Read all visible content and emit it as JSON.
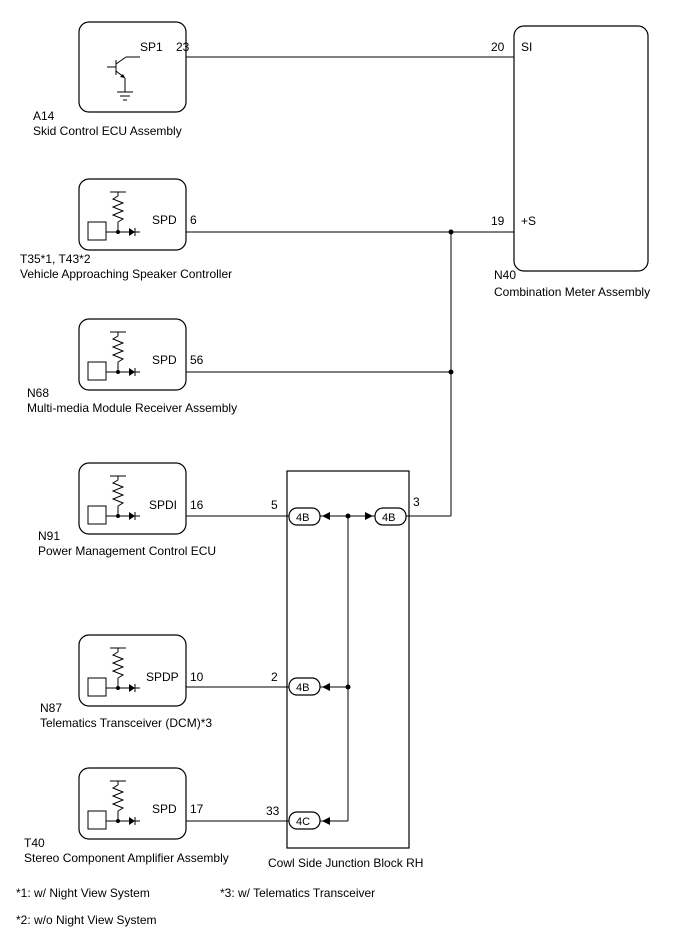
{
  "components": {
    "skid_ecu": {
      "code": "A14",
      "name": "Skid Control ECU Assembly",
      "signal": "SP1",
      "pin": "23"
    },
    "speaker_ctrl": {
      "code": "T35*1, T43*2",
      "name": "Vehicle Approaching Speaker Controller",
      "signal": "SPD",
      "pin": "6"
    },
    "mm_receiver": {
      "code": "N68",
      "name": "Multi-media Module Receiver Assembly",
      "signal": "SPD",
      "pin": "56"
    },
    "power_mgmt": {
      "code": "N91",
      "name": "Power Management Control ECU",
      "signal": "SPDI",
      "pin": "16"
    },
    "telematics": {
      "code": "N87",
      "name": "Telematics Transceiver (DCM)*3",
      "signal": "SPDP",
      "pin": "10"
    },
    "stereo_amp": {
      "code": "T40",
      "name": "Stereo Component Amplifier Assembly",
      "signal": "SPD",
      "pin": "17"
    }
  },
  "meter": {
    "code": "N40",
    "name": "Combination Meter Assembly",
    "si_pin": "20",
    "si_label": "SI",
    "s_pin": "19",
    "s_label": "+S"
  },
  "junction_block": {
    "name": "Cowl Side Junction Block RH",
    "connectors": [
      {
        "label": "4B",
        "pin": "5"
      },
      {
        "label": "4B",
        "pin": "3"
      },
      {
        "label": "4B",
        "pin": "2"
      },
      {
        "label": "4C",
        "pin": "33"
      }
    ]
  },
  "footnotes": {
    "note1": "*1: w/ Night View System",
    "note2": "*2: w/o Night View System",
    "note3": "*3: w/ Telematics Transceiver"
  }
}
